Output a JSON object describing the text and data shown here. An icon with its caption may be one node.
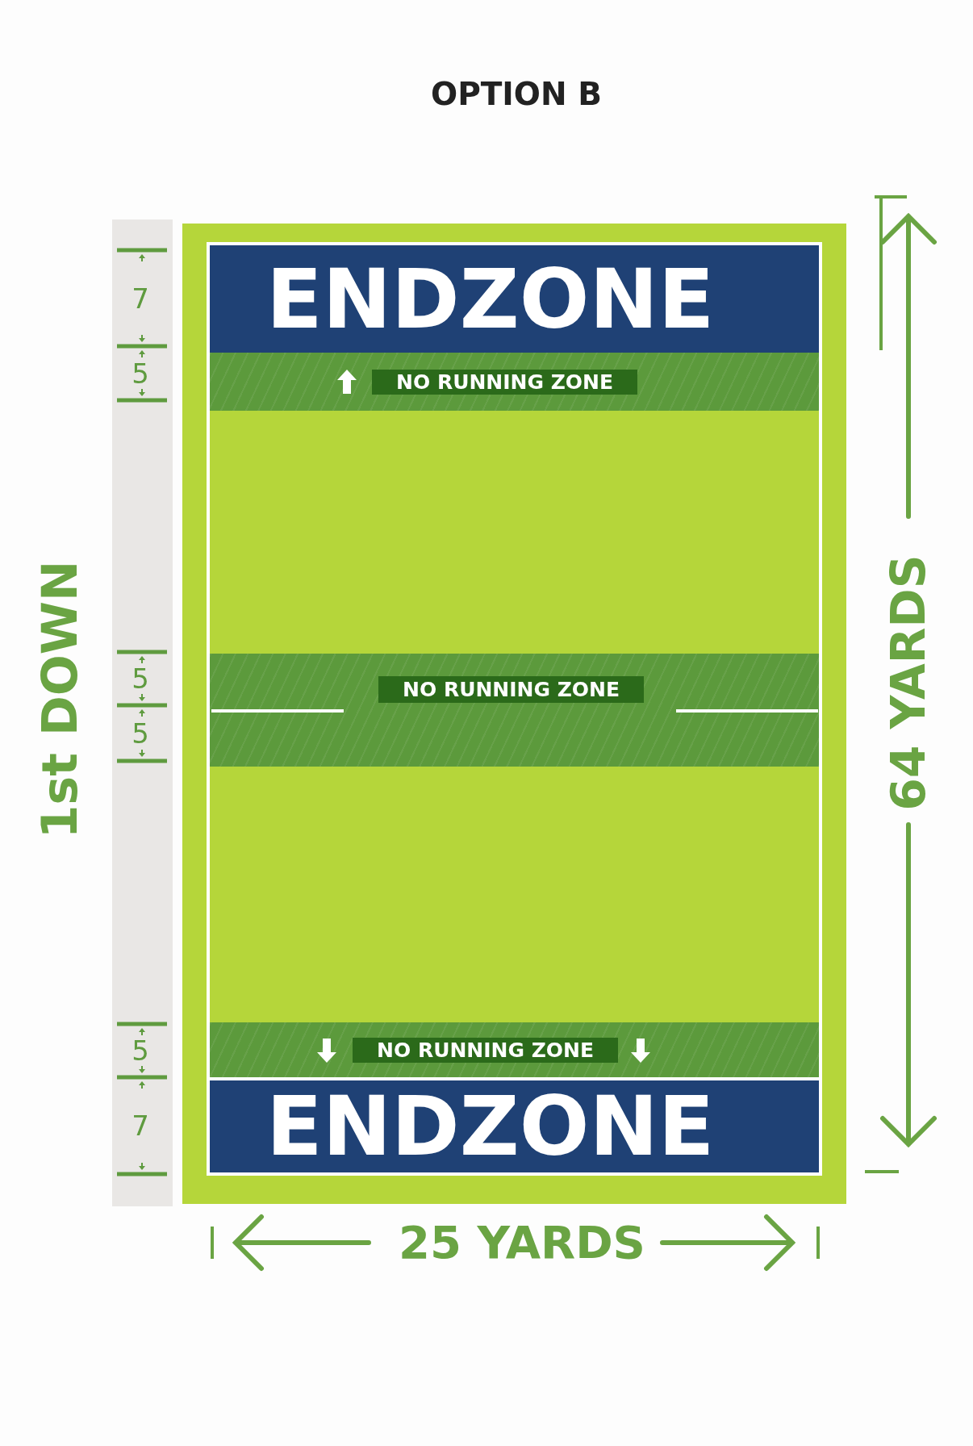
{
  "diagram": {
    "title": "OPTION B",
    "nodes": [
      {
        "text": [
          "ENDZONE"
        ]
      },
      {
        "text": [
          "NO RUNNING ZONE"
        ]
      },
      {
        "text": [
          "NO RUNNING ZONE"
        ]
      },
      {
        "text": [
          "NO RUNNING ZONE"
        ]
      },
      {
        "text": [
          "ENDZONE"
        ]
      }
    ],
    "labels": [
      "7",
      "5",
      "5",
      "5",
      "5",
      "7",
      "1st DOWN",
      "64 YARDS",
      "25 YARDS"
    ]
  }
}
